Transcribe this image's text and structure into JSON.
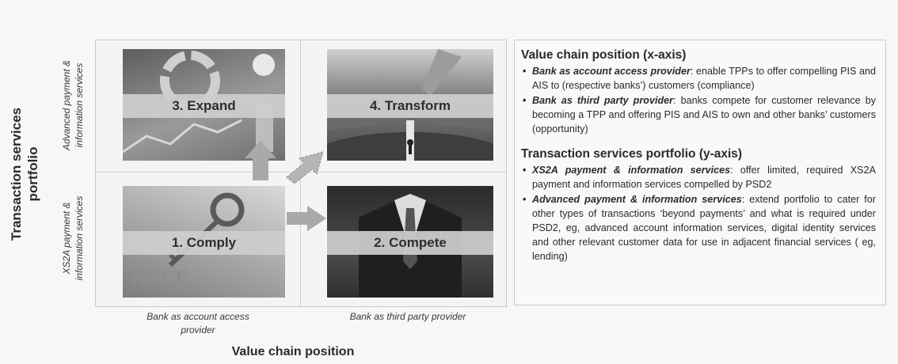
{
  "matrix": {
    "y_axis_title": "Transaction services portfolio",
    "y_axis_top": "Advanced payment & information services",
    "y_axis_bottom": "XS2A payment & information services",
    "x_axis_left": "Bank as account access provider",
    "x_axis_right": "Bank as third party provider",
    "x_axis_title": "Value chain position",
    "quadrants": {
      "q1": "1. Comply",
      "q2": "2. Compete",
      "q3": "3. Expand",
      "q4": "4. Transform"
    },
    "arrow_color": "#a9a9a9"
  },
  "panel": {
    "section1_title": "Value chain position (x-axis)",
    "section1_items": [
      {
        "term": "Bank as account access provider",
        "text": ": enable TPPs to offer compelling PIS and AIS to (respective banks’) customers (compliance)"
      },
      {
        "term": "Bank as third party provider",
        "text": ": banks compete for customer relevance by becoming a TPP and offering PIS and AIS to own and other banks’ customers (opportunity)"
      }
    ],
    "section2_title": "Transaction services portfolio (y-axis)",
    "section2_items": [
      {
        "term": "XS2A payment & information services",
        "text": ": offer limited, required XS2A payment and information services compelled by PSD2"
      },
      {
        "term": "Advanced payment & information services",
        "text": ":  extend portfolio to cater for other types of transactions ‘beyond payments’ and what is required under PSD2, eg, advanced account information services, digital identity services and other relevant customer data for use in adjacent financial services ( eg, lending)"
      }
    ]
  }
}
